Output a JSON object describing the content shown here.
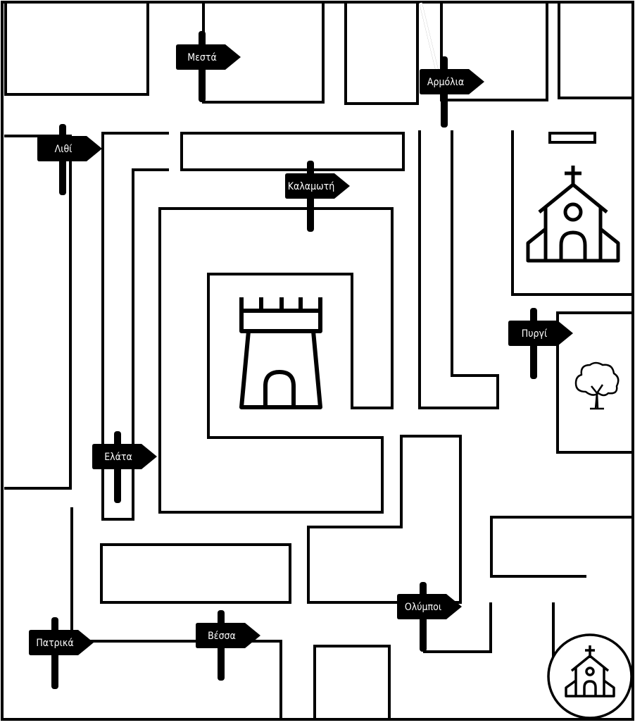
{
  "map": {
    "colors": {
      "ink": "#000000",
      "paper": "#ffffff",
      "sign_text": "#ffffff"
    },
    "landmarks": [
      {
        "id": "tower",
        "icon": "castle-tower-icon"
      },
      {
        "id": "church",
        "icon": "church-icon"
      },
      {
        "id": "tree",
        "icon": "tree-icon"
      },
      {
        "id": "chapel",
        "icon": "church-in-circle-icon"
      }
    ],
    "signs": {
      "mesta": "Μεστά",
      "armolia": "Αρμόλια",
      "lithi": "Λιθί",
      "kalamoti": "Καλαμωτή",
      "pyrgi": "Πυργί",
      "elata": "Ελάτα",
      "patrika": "Πατρικά",
      "vessa": "Βέσσα",
      "olympoi": "Ολύμποι"
    }
  }
}
